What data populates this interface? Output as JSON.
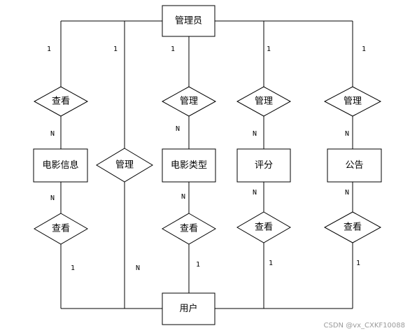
{
  "entities": {
    "admin": "管理员",
    "movie_info": "电影信息",
    "movie_type": "电影类型",
    "rating": "评分",
    "notice": "公告",
    "user": "用户"
  },
  "relationships": {
    "admin_view_movie": "查看",
    "admin_manage_user": "管理",
    "admin_manage_type": "管理",
    "admin_manage_rating": "管理",
    "admin_manage_notice": "管理",
    "user_view_movie": "查看",
    "user_view_type": "查看",
    "user_view_rating": "查看",
    "user_view_notice": "查看"
  },
  "cardinalities": {
    "c1": "1",
    "c2": "1",
    "c3": "1",
    "c4": "1",
    "c5": "1",
    "c6": "N",
    "c7": "N",
    "c8": "N",
    "c9": "N",
    "c10": "N",
    "c11": "N",
    "c12": "N",
    "c13": "N",
    "c14": "1",
    "c15": "N",
    "c16": "1",
    "c17": "1",
    "c18": "1"
  },
  "watermark": "CSDN @vx_CXKF10088"
}
